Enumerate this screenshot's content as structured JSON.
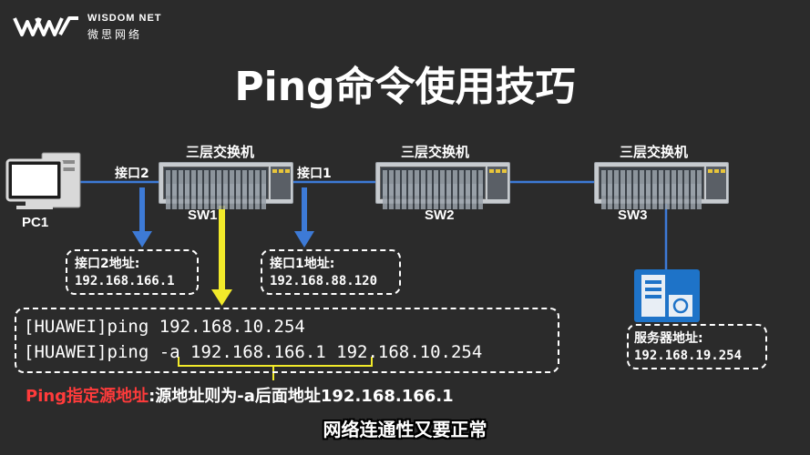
{
  "logo": {
    "brand_en": "WISDOM NET",
    "brand_cn": "微思网络"
  },
  "title": "Ping命令使用技巧",
  "switches": [
    {
      "caption": "三层交换机",
      "name": "SW1"
    },
    {
      "caption": "三层交换机",
      "name": "SW2"
    },
    {
      "caption": "三层交换机",
      "name": "SW3"
    }
  ],
  "pc": {
    "name": "PC1"
  },
  "ports": {
    "port2": "接口2",
    "port1": "接口1"
  },
  "ip_boxes": {
    "port2": {
      "title": "接口2地址:",
      "ip": "192.168.166.1"
    },
    "port1": {
      "title": "接口1地址:",
      "ip": "192.168.88.120"
    },
    "server": {
      "title": "服务器地址:",
      "ip": "192.168.19.254"
    }
  },
  "commands": {
    "line1": "[HUAWEI]ping 192.168.10.254",
    "line2": "[HUAWEI]ping -a 192.168.166.1 192.168.10.254"
  },
  "note": {
    "highlight": "Ping指定源地址",
    "rest": ":源地址则为-a后面地址192.168.166.1"
  },
  "subtitle": "网络连通性又要正常",
  "colors": {
    "background": "#2b2b2b",
    "link": "#3d7ad6",
    "arrow_blue": "#3d7ad6",
    "arrow_yellow": "#f2ea2a",
    "note_red": "#ff3b3b",
    "server_blue": "#1e73c8"
  },
  "icons": {
    "logo": "wisdom-net-logo",
    "pc": "desktop-computer-icon",
    "switch": "network-switch-icon",
    "server": "server-icon"
  }
}
